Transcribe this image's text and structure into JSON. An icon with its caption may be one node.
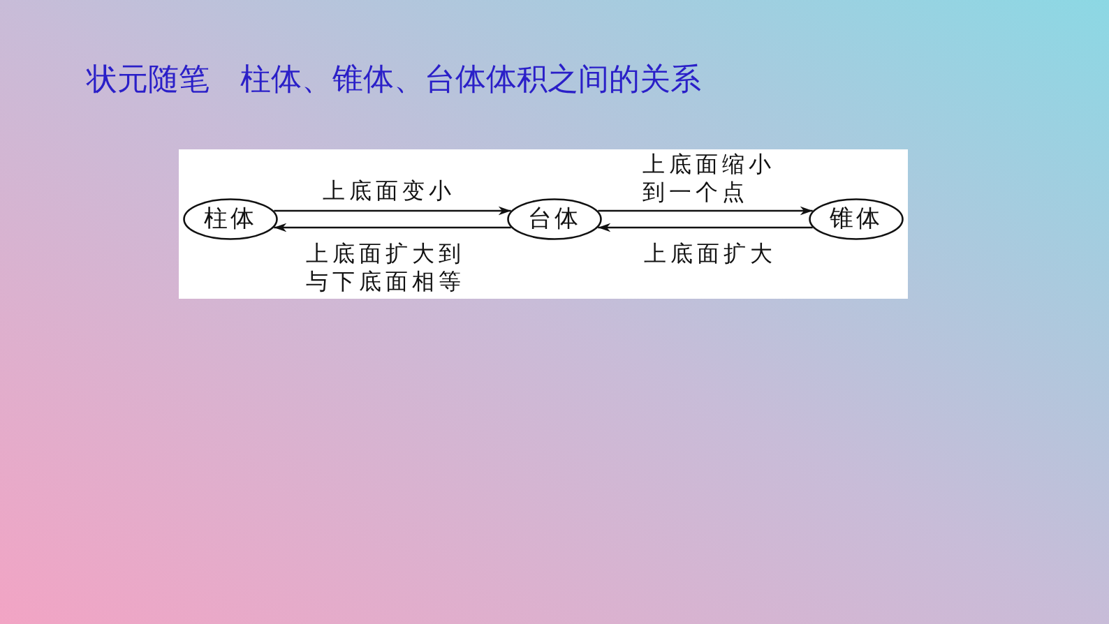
{
  "diagram": {
    "title": "状元随笔　柱体、锥体、台体体积之间的关系",
    "nodes": [
      {
        "text": [
          "柱体"
        ]
      },
      {
        "text": [
          "台体"
        ]
      },
      {
        "text": [
          "锥体"
        ]
      }
    ],
    "edges": [
      {
        "from": 0,
        "to": 1,
        "arrow": "to",
        "label": "上底面变小"
      },
      {
        "from": 1,
        "to": 0,
        "arrow": "to",
        "label": "上底面扩大到与下底面相等"
      },
      {
        "from": 1,
        "to": 2,
        "arrow": "to",
        "label": "上底面缩小到一个点"
      },
      {
        "from": 2,
        "to": 1,
        "arrow": "to",
        "label": "上底面扩大"
      }
    ]
  }
}
